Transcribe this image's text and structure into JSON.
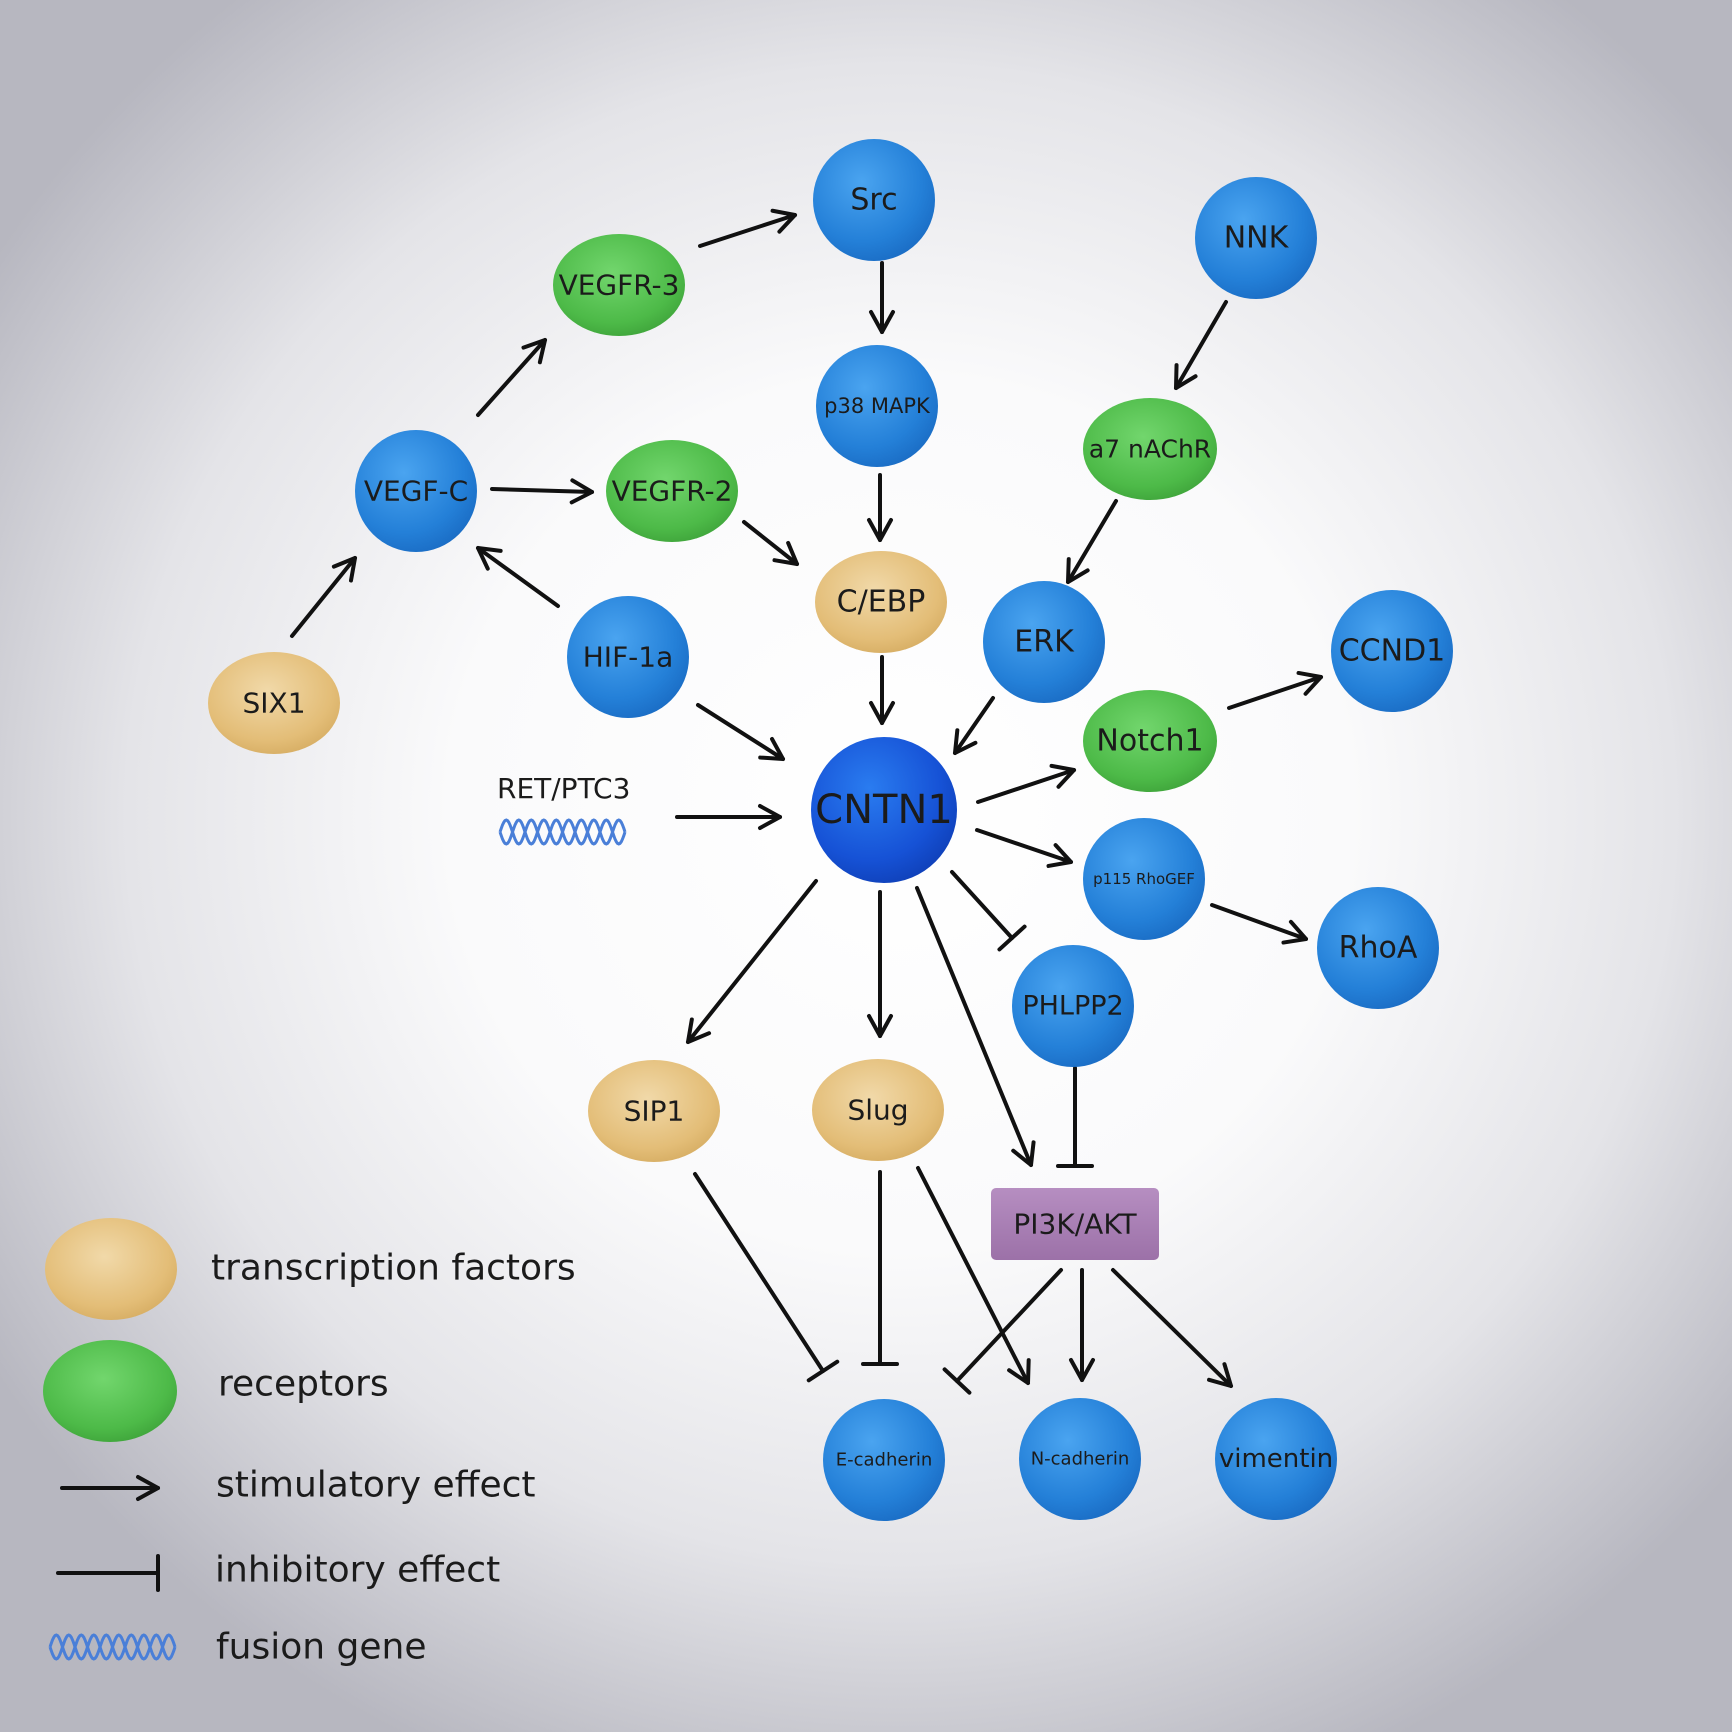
{
  "colors": {
    "protein": "#2a86dd",
    "transcription_factor": "#e6c27f",
    "receptor": "#55c151",
    "pathway": "#a77bb2",
    "arrow": "#111111",
    "helix": "#4a7fd8"
  },
  "nodes": {
    "src": {
      "label": "Src",
      "kind": "protein"
    },
    "nnk": {
      "label": "NNK",
      "kind": "protein"
    },
    "vegfr3": {
      "label": "VEGFR-3",
      "kind": "receptor"
    },
    "p38": {
      "label": "p38 MAPK",
      "kind": "protein"
    },
    "a7": {
      "label": "a7 nAChR",
      "kind": "receptor"
    },
    "vegfc": {
      "label": "VEGF-C",
      "kind": "protein"
    },
    "vegfr2": {
      "label": "VEGFR-2",
      "kind": "receptor"
    },
    "cebp": {
      "label": "C/EBP",
      "kind": "transcription_factor"
    },
    "erk": {
      "label": "ERK",
      "kind": "protein"
    },
    "ccnd1": {
      "label": "CCND1",
      "kind": "protein"
    },
    "six1": {
      "label": "SIX1",
      "kind": "transcription_factor"
    },
    "hif": {
      "label": "HIF-1a",
      "kind": "protein"
    },
    "notch1": {
      "label": "Notch1",
      "kind": "receptor"
    },
    "cntn1": {
      "label": "CNTN1",
      "kind": "core"
    },
    "p115": {
      "label": "p115 RhoGEF",
      "kind": "protein"
    },
    "rhoa": {
      "label": "RhoA",
      "kind": "protein"
    },
    "phlpp2": {
      "label": "PHLPP2",
      "kind": "protein"
    },
    "sip1": {
      "label": "SIP1",
      "kind": "transcription_factor"
    },
    "slug": {
      "label": "Slug",
      "kind": "transcription_factor"
    },
    "pi3k": {
      "label": "PI3K/AKT",
      "kind": "pathway"
    },
    "ecad": {
      "label": "E-cadherin",
      "kind": "protein"
    },
    "ncad": {
      "label": "N-cadherin",
      "kind": "protein"
    },
    "vim": {
      "label": "vimentin",
      "kind": "protein"
    }
  },
  "fusion_gene": {
    "label": "RET/PTC3"
  },
  "edges": [
    {
      "from": "vegfr3",
      "to": "src",
      "type": "stimulatory"
    },
    {
      "from": "src",
      "to": "p38",
      "type": "stimulatory"
    },
    {
      "from": "nnk",
      "to": "a7",
      "type": "stimulatory"
    },
    {
      "from": "vegfc",
      "to": "vegfr3",
      "type": "stimulatory"
    },
    {
      "from": "vegfc",
      "to": "vegfr2",
      "type": "stimulatory"
    },
    {
      "from": "p38",
      "to": "cebp",
      "type": "stimulatory"
    },
    {
      "from": "a7",
      "to": "erk",
      "type": "stimulatory"
    },
    {
      "from": "vegfr2",
      "to": "cebp",
      "type": "stimulatory"
    },
    {
      "from": "six1",
      "to": "vegfc",
      "type": "stimulatory"
    },
    {
      "from": "hif",
      "to": "vegfc",
      "type": "stimulatory"
    },
    {
      "from": "cebp",
      "to": "cntn1",
      "type": "stimulatory"
    },
    {
      "from": "hif",
      "to": "cntn1",
      "type": "stimulatory"
    },
    {
      "from": "erk",
      "to": "cntn1",
      "type": "stimulatory"
    },
    {
      "from": "fusion",
      "to": "cntn1",
      "type": "stimulatory"
    },
    {
      "from": "cntn1",
      "to": "notch1",
      "type": "stimulatory"
    },
    {
      "from": "notch1",
      "to": "ccnd1",
      "type": "stimulatory"
    },
    {
      "from": "cntn1",
      "to": "p115",
      "type": "stimulatory"
    },
    {
      "from": "p115",
      "to": "rhoa",
      "type": "stimulatory"
    },
    {
      "from": "cntn1",
      "to": "phlpp2",
      "type": "inhibitory"
    },
    {
      "from": "cntn1",
      "to": "sip1",
      "type": "stimulatory"
    },
    {
      "from": "cntn1",
      "to": "slug",
      "type": "stimulatory"
    },
    {
      "from": "cntn1",
      "to": "pi3k",
      "type": "stimulatory"
    },
    {
      "from": "phlpp2",
      "to": "pi3k",
      "type": "inhibitory"
    },
    {
      "from": "sip1",
      "to": "ecad",
      "type": "inhibitory"
    },
    {
      "from": "slug",
      "to": "ecad",
      "type": "inhibitory"
    },
    {
      "from": "slug",
      "to": "ncad",
      "type": "stimulatory"
    },
    {
      "from": "pi3k",
      "to": "ecad",
      "type": "inhibitory"
    },
    {
      "from": "pi3k",
      "to": "ncad",
      "type": "stimulatory"
    },
    {
      "from": "pi3k",
      "to": "vim",
      "type": "stimulatory"
    }
  ],
  "legend": {
    "transcription_factors": "transcription factors",
    "receptors": "receptors",
    "stimulatory": "stimulatory effect",
    "inhibitory": "inhibitory effect",
    "fusion": "fusion gene"
  }
}
